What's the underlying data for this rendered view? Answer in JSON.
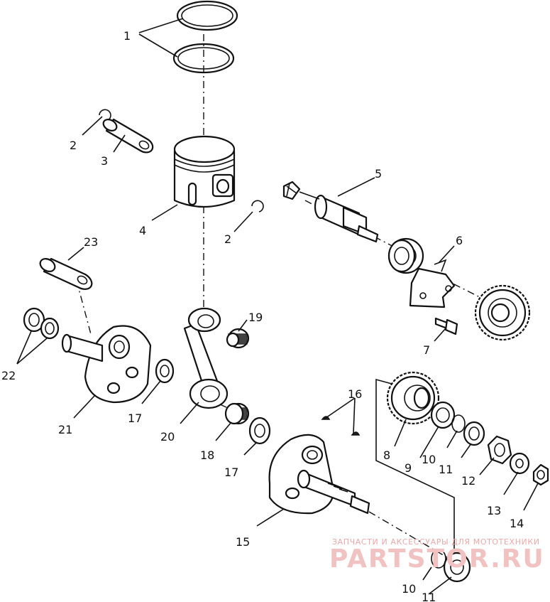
{
  "diagram": {
    "callouts": {
      "c1": "1",
      "c2a": "2",
      "c2b": "2",
      "c3": "3",
      "c4": "4",
      "c5": "5",
      "c6": "6",
      "c7": "7",
      "c8": "8",
      "c9": "9",
      "c10a": "10",
      "c10b": "10",
      "c11a": "11",
      "c11b": "11",
      "c12": "12",
      "c13": "13",
      "c14": "14",
      "c15": "15",
      "c16": "16",
      "c17a": "17",
      "c17b": "17",
      "c18": "18",
      "c19": "19",
      "c20": "20",
      "c21": "21",
      "c22": "22",
      "c23": "23"
    }
  },
  "watermark": {
    "caption": "ЗАПЧАСТИ И АКСЕССУАРЫ ДЛЯ МОТОТЕХНИКИ",
    "logo": "PARTSTOR.RU"
  }
}
